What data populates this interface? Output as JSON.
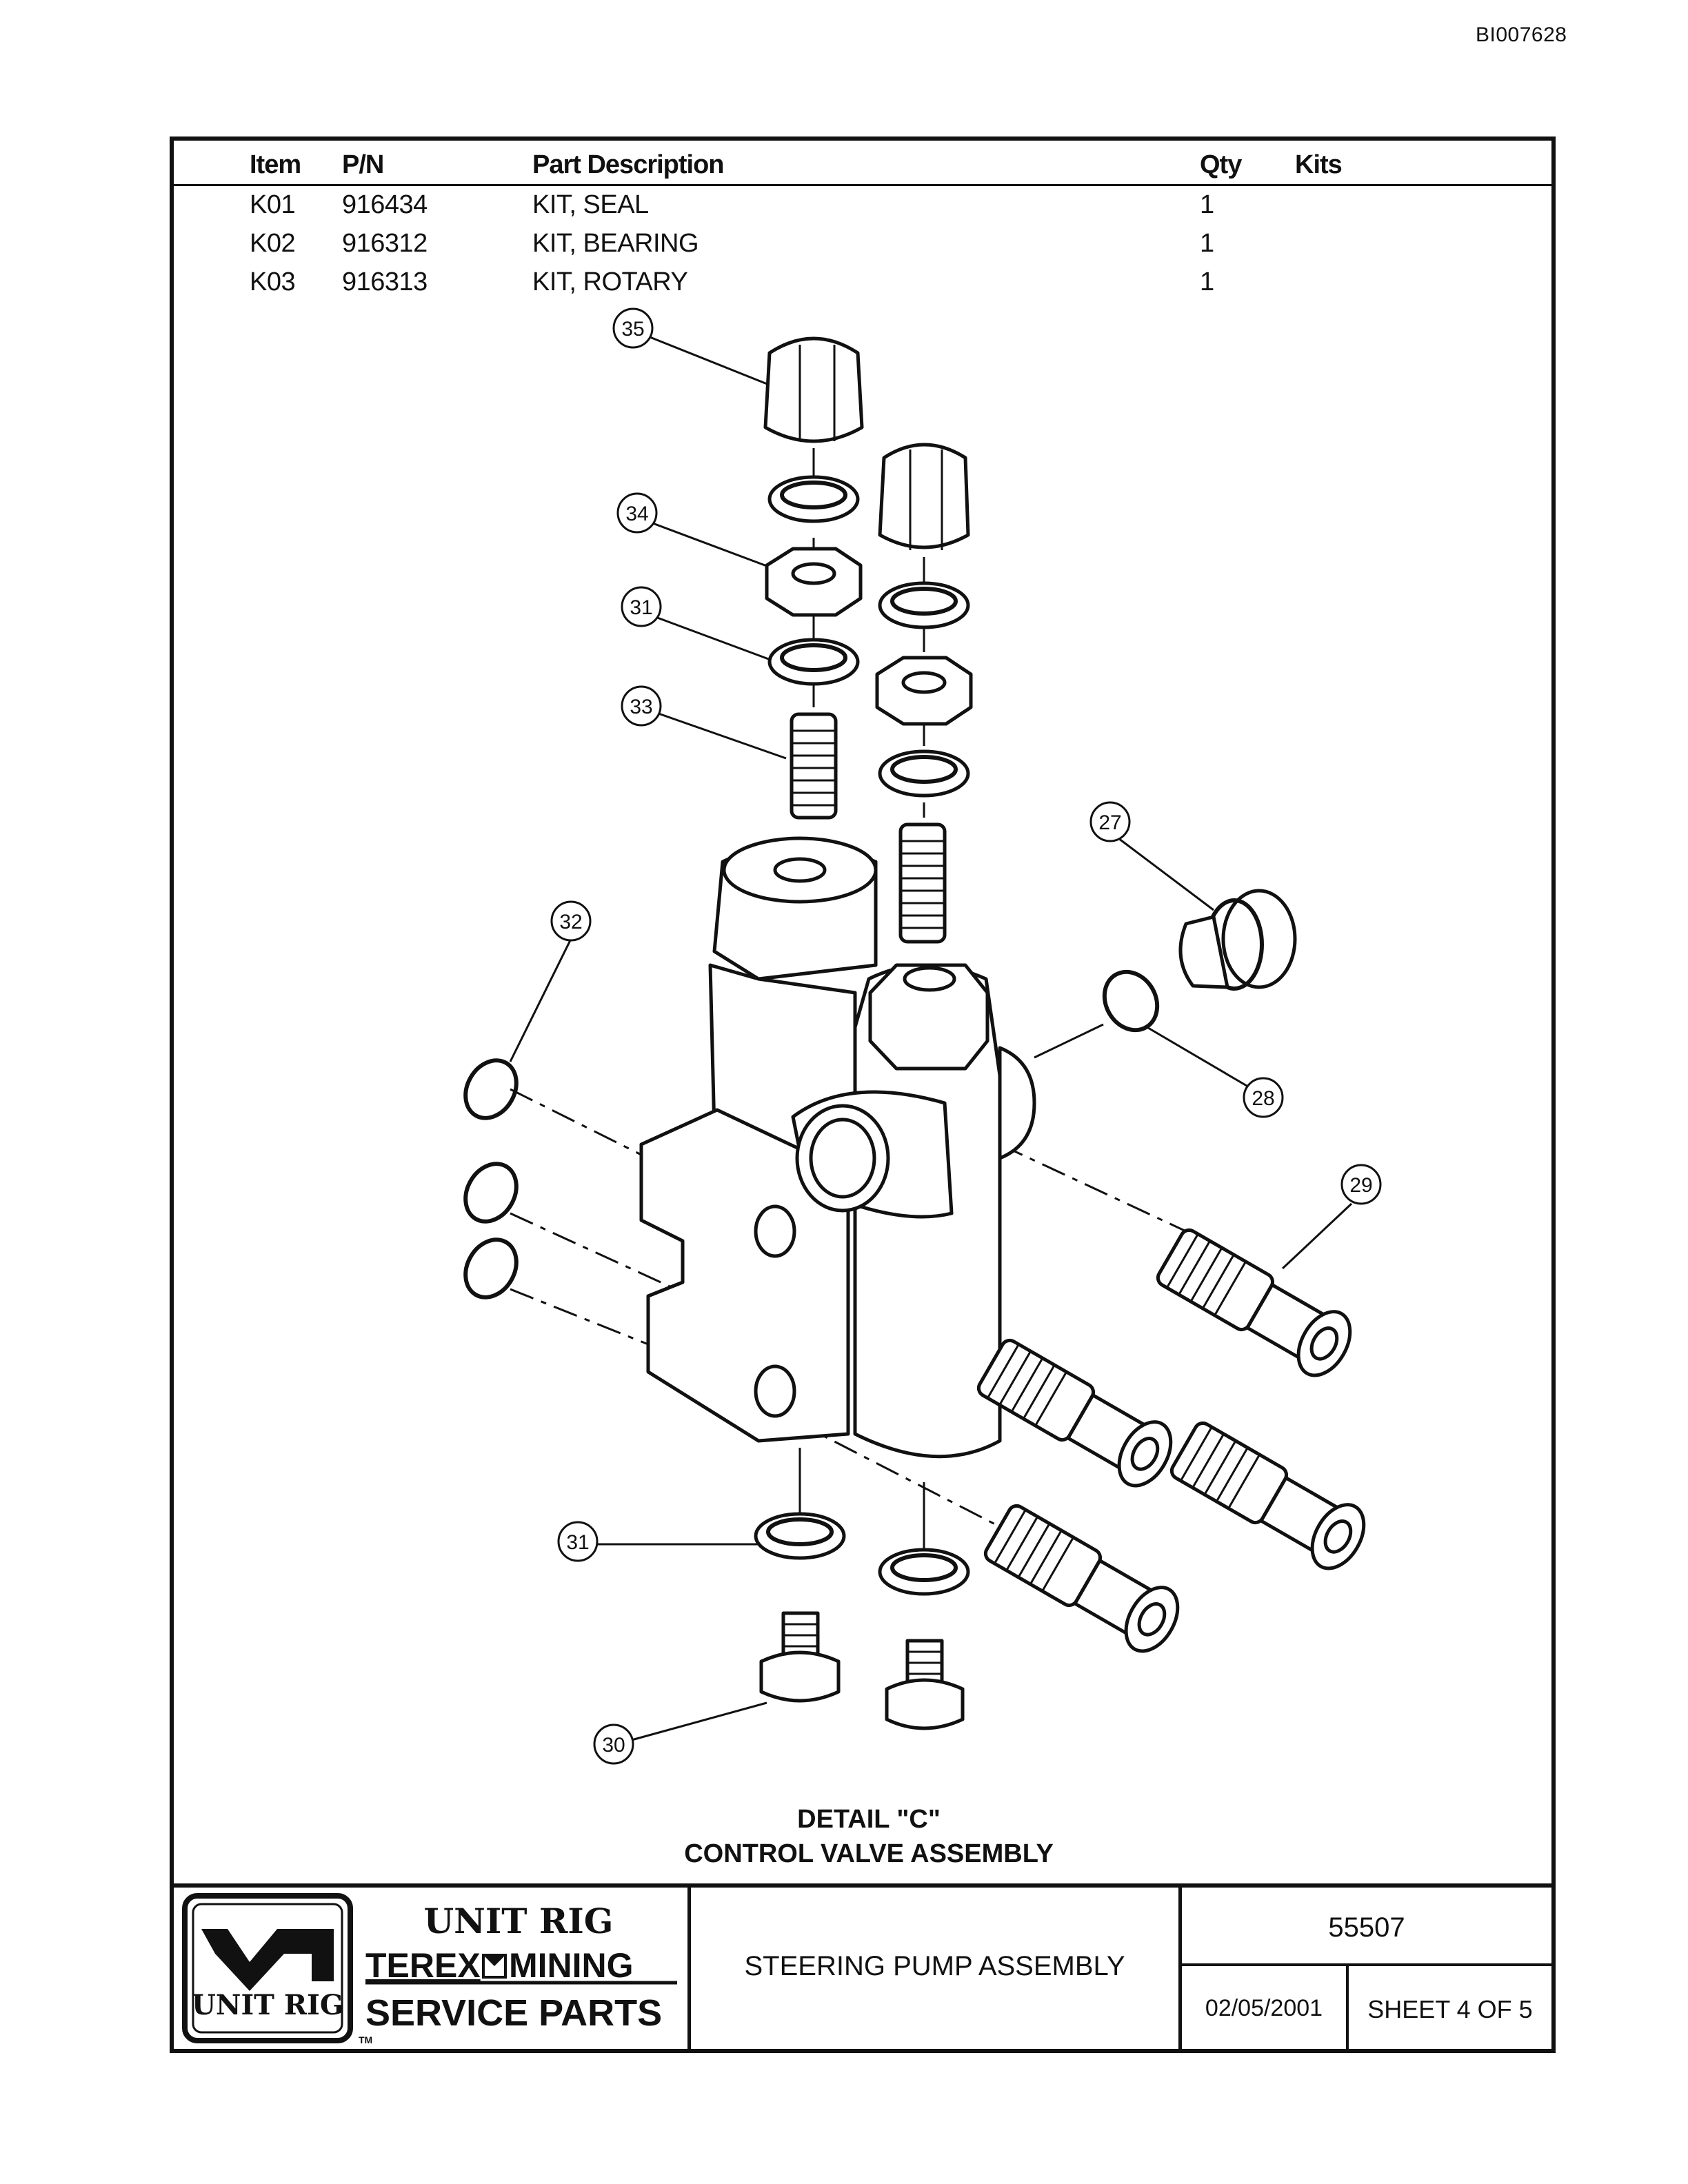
{
  "doc_id": "BI007628",
  "parts_table": {
    "headers": {
      "item": "Item",
      "pn": "P/N",
      "description": "Part Description",
      "qty": "Qty",
      "kits": "Kits"
    },
    "rows": [
      {
        "item": "K01",
        "pn": "916434",
        "description": "KIT, SEAL",
        "qty": "1",
        "kits": ""
      },
      {
        "item": "K02",
        "pn": "916312",
        "description": "KIT, BEARING",
        "qty": "1",
        "kits": ""
      },
      {
        "item": "K03",
        "pn": "916313",
        "description": "KIT, ROTARY",
        "qty": "1",
        "kits": ""
      }
    ]
  },
  "diagram": {
    "callouts": [
      "35",
      "34",
      "31",
      "33",
      "32",
      "27",
      "28",
      "29",
      "31",
      "30"
    ],
    "detail_title": "DETAIL \"C\"",
    "detail_subtitle": "CONTROL VALVE ASSEMBLY"
  },
  "title_block": {
    "logo_text": "UNIT RIG",
    "brand_line1": "UNIT RIG",
    "brand_line2_left": "TEREX",
    "brand_line2_right": "MINING",
    "brand_line3": "SERVICE PARTS",
    "trademark": "TM",
    "assembly_title": "STEERING PUMP ASSEMBLY",
    "drawing_number": "55507",
    "date": "02/05/2001",
    "sheet": "SHEET 4 OF 5"
  }
}
